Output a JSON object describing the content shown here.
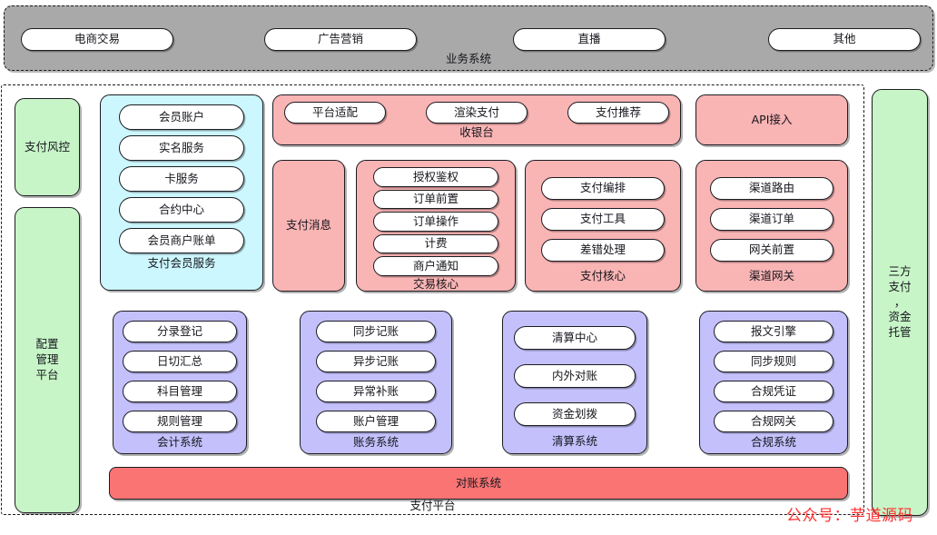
{
  "business_band": {
    "caption": "业务系统",
    "items": [
      {
        "label": "电商交易"
      },
      {
        "label": "广告营销"
      },
      {
        "label": "直播"
      },
      {
        "label": "其他"
      }
    ]
  },
  "payment_platform": {
    "caption": "支付平台",
    "left_column": [
      {
        "label": "支付风控"
      },
      {
        "label": "配置\n管理\n平台"
      }
    ],
    "groups": {
      "member_service": {
        "title": "支付会员服务",
        "items": [
          "会员账户",
          "实名服务",
          "卡服务",
          "合约中心",
          "会员商户账单"
        ]
      },
      "cashier": {
        "title": "收银台",
        "items": [
          "平台适配",
          "渲染支付",
          "支付推荐"
        ]
      },
      "api_access": {
        "title": "API接入",
        "items": []
      },
      "payment_message": {
        "title": "支付消息",
        "items": []
      },
      "trade_core": {
        "title": "交易核心",
        "items": [
          "授权鉴权",
          "订单前置",
          "订单操作",
          "计费",
          "商户通知"
        ]
      },
      "pay_core": {
        "title": "支付核心",
        "items": [
          "支付编排",
          "支付工具",
          "差错处理"
        ]
      },
      "channel_gateway": {
        "title": "渠道网关",
        "items": [
          "渠道路由",
          "渠道订单",
          "网关前置"
        ]
      },
      "accounting": {
        "title": "会计系统",
        "items": [
          "分录登记",
          "日切汇总",
          "科目管理",
          "规则管理"
        ]
      },
      "bookkeeping": {
        "title": "账务系统",
        "items": [
          "同步记账",
          "异步记账",
          "异常补账",
          "账户管理"
        ]
      },
      "settlement": {
        "title": "清算系统",
        "items": [
          "清算中心",
          "内外对账",
          "资金划拨"
        ]
      },
      "compliance": {
        "title": "合规系统",
        "items": [
          "报文引擎",
          "同步规则",
          "合规凭证",
          "合规网关"
        ]
      }
    },
    "reconciliation_bar": {
      "label": "对账系统"
    }
  },
  "third_party": {
    "label": "三方\n支付\n，\n资金\n托管"
  },
  "watermark": {
    "text": "公众号：芋道源码"
  },
  "colors": {
    "band_gray": "#a9a9a9",
    "green": "#c7f5c7",
    "cyan": "#ccf7ff",
    "pink": "#f9b4b4",
    "purple": "#c3c0fb",
    "red": "#fa7474",
    "watermark_red": "#ff2f2f",
    "stroke": "#1c1c22"
  }
}
